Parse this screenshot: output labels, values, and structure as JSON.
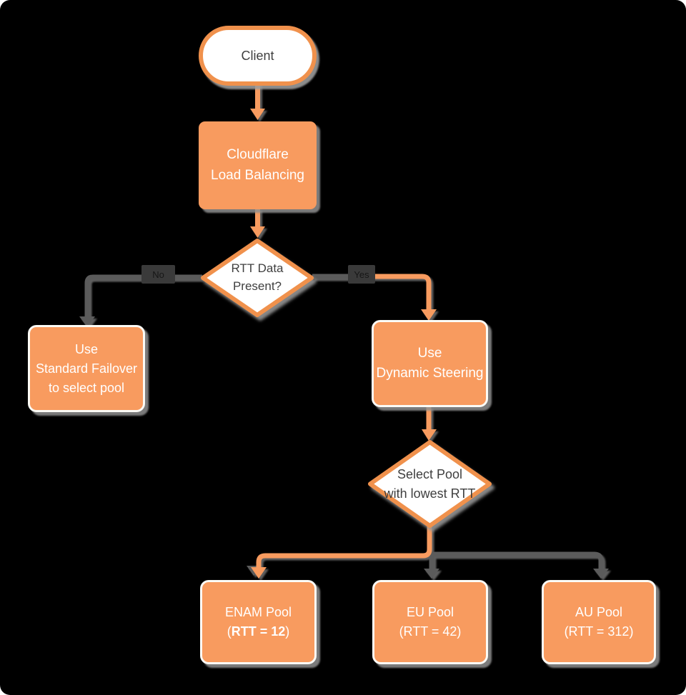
{
  "palette": {
    "background": "#000000",
    "node_orange": "#f89b5f",
    "outline_orange": "#f0914c",
    "line_gray": "#5b5b5b",
    "shadow_gray": "#919191",
    "edge_label_bg": "#3a3a3a",
    "text_on_orange": "#ffffff",
    "text_on_white": "#3f3f3f"
  },
  "nodes": {
    "client": {
      "label": "Client"
    },
    "load_balancer": {
      "label": "Cloudflare\nLoad Balancing"
    },
    "rtt_decision": {
      "label": "RTT Data\nPresent?"
    },
    "standard_failover": {
      "label": "Use\nStandard Failover\nto select pool"
    },
    "dynamic_steering": {
      "label": "Use\nDynamic Steering"
    },
    "pool_decision": {
      "label": "Select Pool\nwith lowest RTT"
    },
    "enam_pool": {
      "name": "ENAM Pool",
      "rtt_pre": "(",
      "rtt_bold": "RTT = 12",
      "rtt_post": ")"
    },
    "eu_pool": {
      "name": "EU Pool",
      "rtt_pre": "(RTT = 42)",
      "rtt_bold": "",
      "rtt_post": ""
    },
    "au_pool": {
      "name": "AU Pool",
      "rtt_pre": "(RTT = 312)",
      "rtt_bold": "",
      "rtt_post": ""
    }
  },
  "edges": {
    "no_label": "No",
    "yes_label": "Yes",
    "highlighted_path": [
      "Client",
      "Cloudflare Load Balancing",
      "RTT Data Present?",
      "Yes",
      "Use Dynamic Steering",
      "Select Pool with lowest RTT",
      "ENAM Pool"
    ]
  }
}
